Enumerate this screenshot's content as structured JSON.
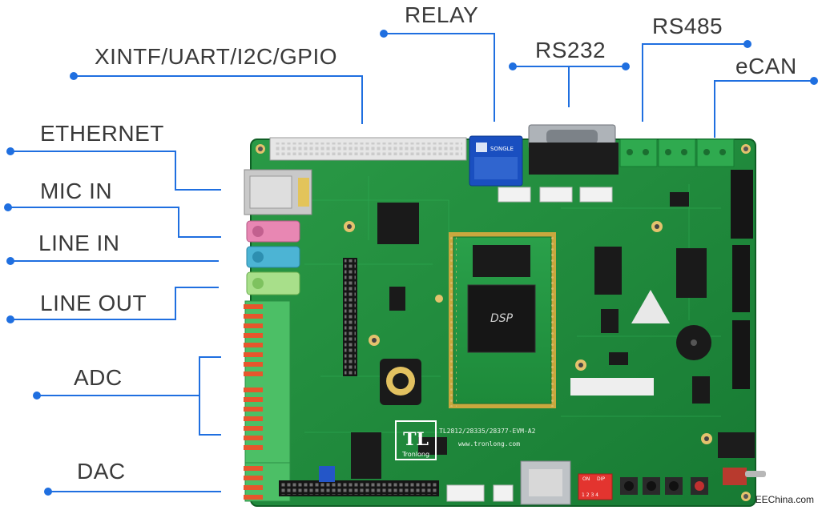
{
  "callouts": {
    "relay": "RELAY",
    "xintf": "XINTF/UART/I2C/GPIO",
    "rs232": "RS232",
    "rs485": "RS485",
    "ecan": "eCAN",
    "ethernet": "ETHERNET",
    "mic_in": "MIC IN",
    "line_in": "LINE IN",
    "line_out": "LINE OUT",
    "adc": "ADC",
    "dac": "DAC"
  },
  "board": {
    "model_silk": "TL2812/28335/28377-EVM-A2",
    "website_silk": "www.tronlong.com",
    "logo_letters": "TL",
    "logo_name": "Tronlong",
    "dsp_chip_text": "DSP",
    "switch_on": "ON",
    "switch_dip": "DIP",
    "switch_numbers": "1 2 3 4",
    "relay_brand": "SONGLE"
  },
  "watermark": "EEChina.com",
  "colors": {
    "board_green": "#1f8a3c",
    "callout_blue": "#1f6fe0",
    "label_gray": "#3a3a3a"
  }
}
